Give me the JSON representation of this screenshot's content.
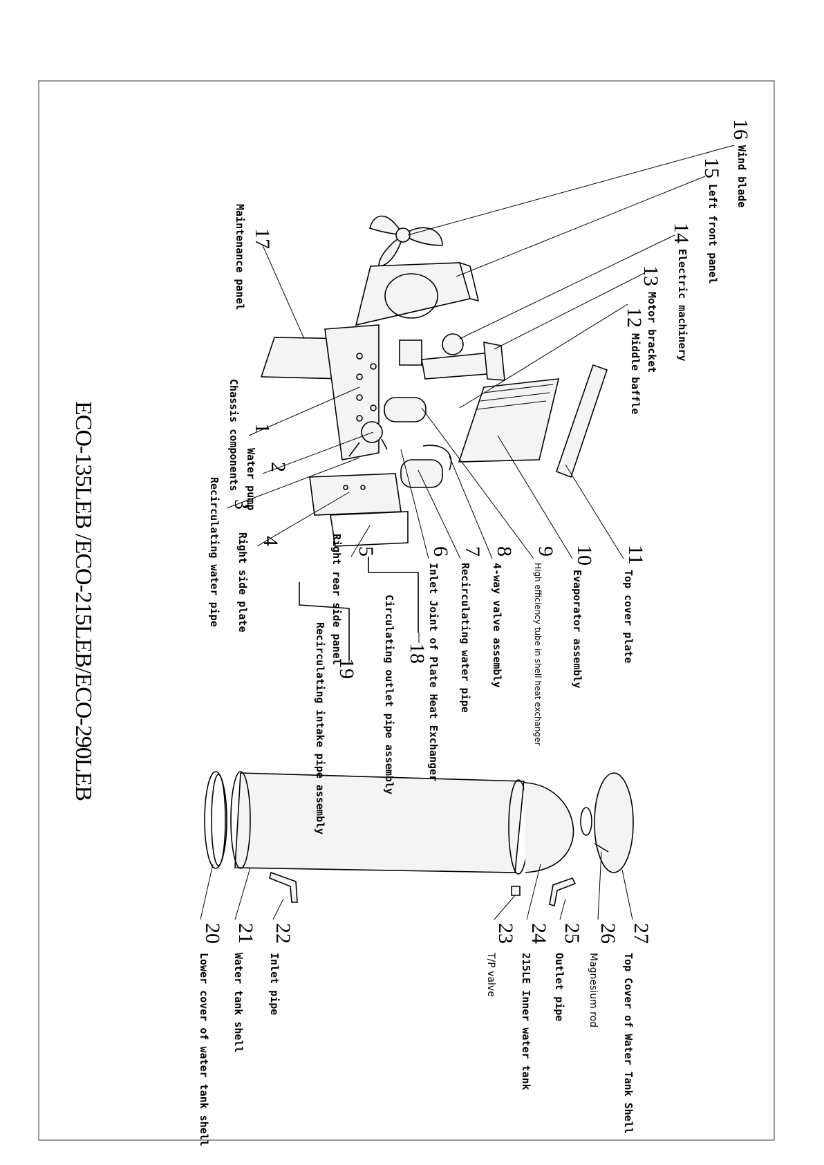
{
  "title": "ECO-135LEB /ECO-215LEB/ECO-290LEB",
  "parts": [
    {
      "no": "1",
      "name": "Chassis components"
    },
    {
      "no": "2",
      "name": "Water pump"
    },
    {
      "no": "3",
      "name": "Recirculating water pipe"
    },
    {
      "no": "4",
      "name": "Right side plate"
    },
    {
      "no": "5",
      "name": "Right rear side panel"
    },
    {
      "no": "6",
      "name": "Inlet Joint of Plate Heat Exchanger"
    },
    {
      "no": "7",
      "name": "Recirculating water pipe"
    },
    {
      "no": "8",
      "name": "4-way valve assembly"
    },
    {
      "no": "9",
      "name": "High efficiency tube in shell heat exchanger"
    },
    {
      "no": "10",
      "name": "Evaporator assembly"
    },
    {
      "no": "11",
      "name": "Top cover plate"
    },
    {
      "no": "12",
      "name": "Middle baffle"
    },
    {
      "no": "13",
      "name": "Motor bracket"
    },
    {
      "no": "14",
      "name": "Electric machinery"
    },
    {
      "no": "15",
      "name": "Left front panel"
    },
    {
      "no": "16",
      "name": "Wind blade"
    },
    {
      "no": "17",
      "name": "Maintenance panel"
    },
    {
      "no": "18",
      "name": "Circulating outlet pipe assembly"
    },
    {
      "no": "19",
      "name": "Recirculating intake pipe assembly"
    },
    {
      "no": "20",
      "name": "Lower cover of water tank shell"
    },
    {
      "no": "21",
      "name": "Water tank shell"
    },
    {
      "no": "22",
      "name": "Inlet pipe"
    },
    {
      "no": "23",
      "name": "T/P valve"
    },
    {
      "no": "24",
      "name": "215LE Inner water tank"
    },
    {
      "no": "25",
      "name": "Outlet pipe"
    },
    {
      "no": "26",
      "name": "Magnesium rod"
    },
    {
      "no": "27",
      "name": "Top Cover of Water Tank Shell"
    }
  ]
}
